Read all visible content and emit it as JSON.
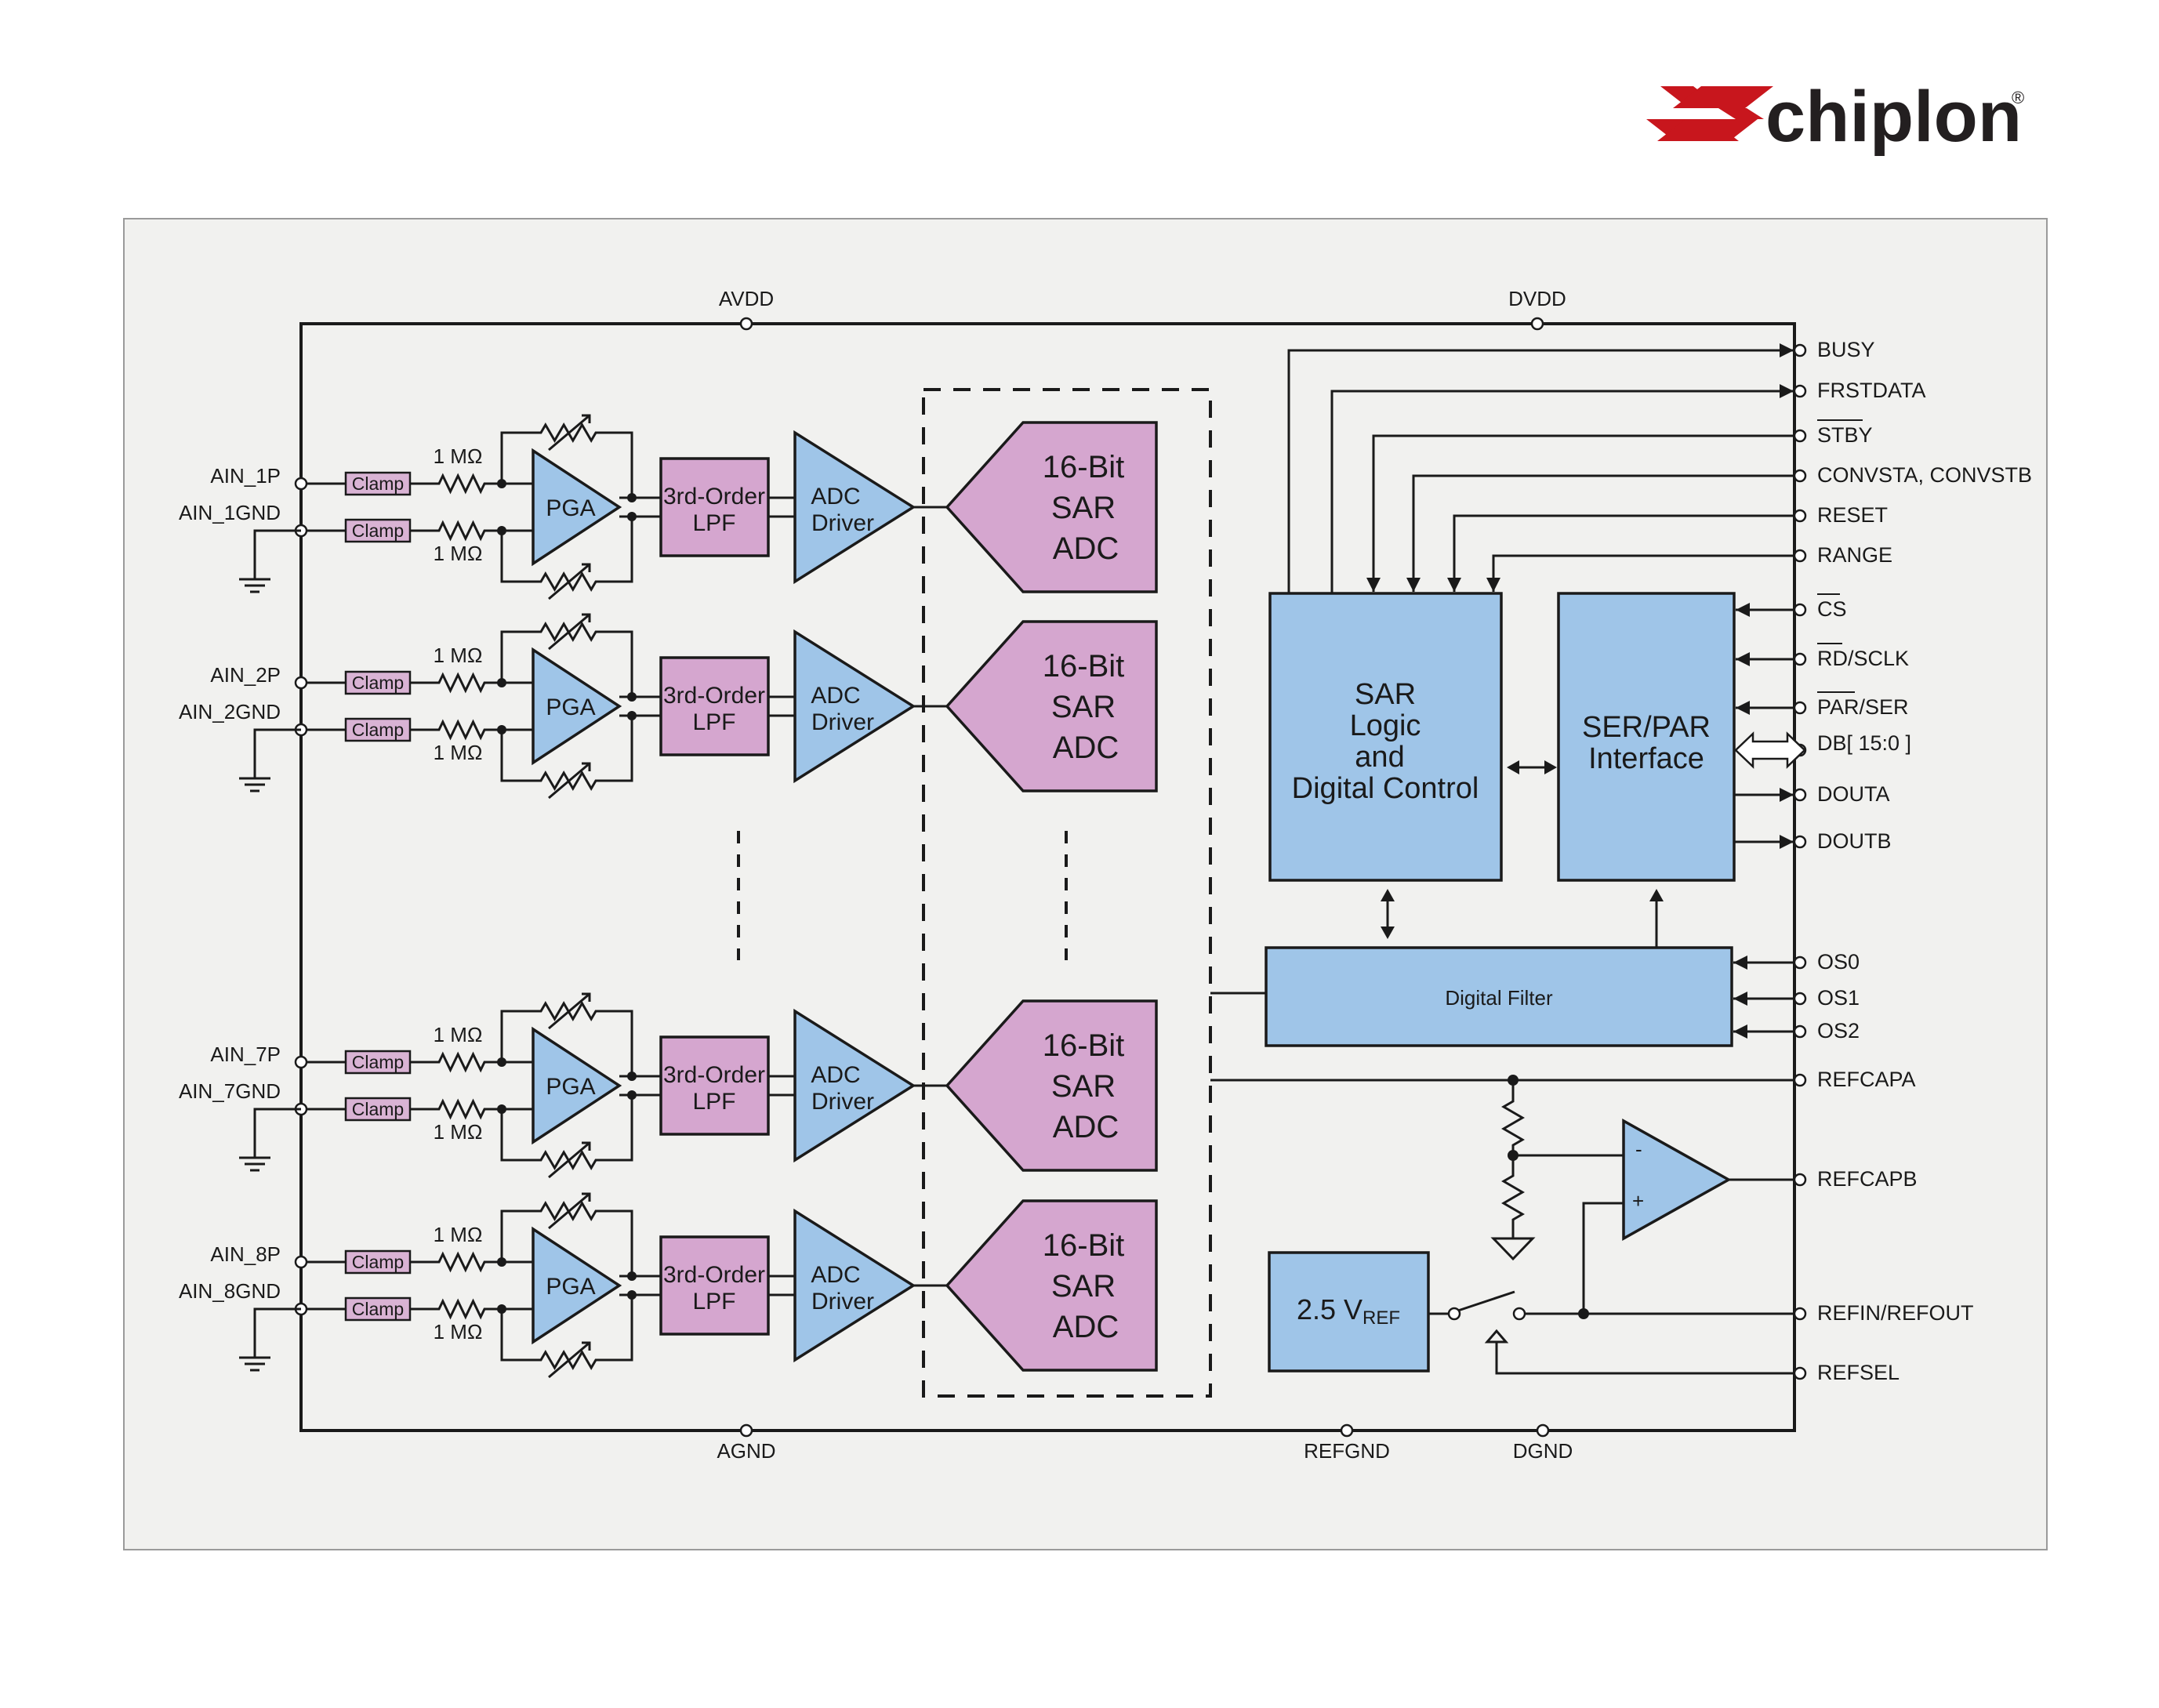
{
  "brand": {
    "name": "chiplon",
    "registered": "®",
    "color_red": "#c8161d",
    "color_text": "#231f20"
  },
  "colors": {
    "panel_bg": "#f1f1ef",
    "blue_block": "#9fc5e8",
    "pink_block": "#d5a6cf",
    "clamp_fill": "#d9b3d4"
  },
  "rails": {
    "top_left": "AVDD",
    "top_right": "DVDD",
    "bottom_left": "AGND",
    "bottom_mid": "REFGND",
    "bottom_right": "DGND"
  },
  "channels": [
    {
      "p": "AIN_1P",
      "gnd": "AIN_1GND"
    },
    {
      "p": "AIN_2P",
      "gnd": "AIN_2GND"
    },
    {
      "p": "AIN_7P",
      "gnd": "AIN_7GND"
    },
    {
      "p": "AIN_8P",
      "gnd": "AIN_8GND"
    }
  ],
  "labels": {
    "clamp": "Clamp",
    "resistor": "1 MΩ",
    "pga": "PGA",
    "lpf_line1": "3rd-Order",
    "lpf_line2": "LPF",
    "driver_line1": "ADC",
    "driver_line2": "Driver",
    "adc_line1": "16-Bit",
    "adc_line2": "SAR",
    "adc_line3": "ADC"
  },
  "blocks": {
    "sar_logic": [
      "SAR",
      "Logic",
      "and",
      "Digital Control"
    ],
    "serpar": [
      "SER/PAR",
      "Interface"
    ],
    "digital_filter": "Digital Filter",
    "vref_main": "2.5 V",
    "vref_sub": "REF"
  },
  "amp_signs": {
    "minus": "-",
    "plus": "+"
  },
  "pins": [
    {
      "name": "BUSY",
      "overbar": false,
      "dir": "out"
    },
    {
      "name": "FRSTDATA",
      "overbar": false,
      "dir": "out"
    },
    {
      "name": "STBY",
      "overbar": true,
      "dir": "in"
    },
    {
      "name": "CONVSTA, CONVSTB",
      "overbar": false,
      "dir": "in"
    },
    {
      "name": "RESET",
      "overbar": false,
      "dir": "in"
    },
    {
      "name": "RANGE",
      "overbar": false,
      "dir": "in"
    },
    {
      "name": "CS",
      "overbar": true,
      "dir": "in"
    },
    {
      "name": "RD/SCLK",
      "overbar": true,
      "dir": "in"
    },
    {
      "name": "PAR/SER",
      "overbar": true,
      "dir": "in"
    },
    {
      "name": "DB[ 15:0 ]",
      "overbar": false,
      "dir": "bidir"
    },
    {
      "name": "DOUTA",
      "overbar": false,
      "dir": "out"
    },
    {
      "name": "DOUTB",
      "overbar": false,
      "dir": "out"
    },
    {
      "name": "OS0",
      "overbar": false,
      "dir": "in"
    },
    {
      "name": "OS1",
      "overbar": false,
      "dir": "in"
    },
    {
      "name": "OS2",
      "overbar": false,
      "dir": "in"
    },
    {
      "name": "REFCAPA",
      "overbar": false,
      "dir": "none"
    },
    {
      "name": "REFCAPB",
      "overbar": false,
      "dir": "none"
    },
    {
      "name": "REFIN/REFOUT",
      "overbar": false,
      "dir": "none"
    },
    {
      "name": "REFSEL",
      "overbar": false,
      "dir": "none"
    }
  ]
}
